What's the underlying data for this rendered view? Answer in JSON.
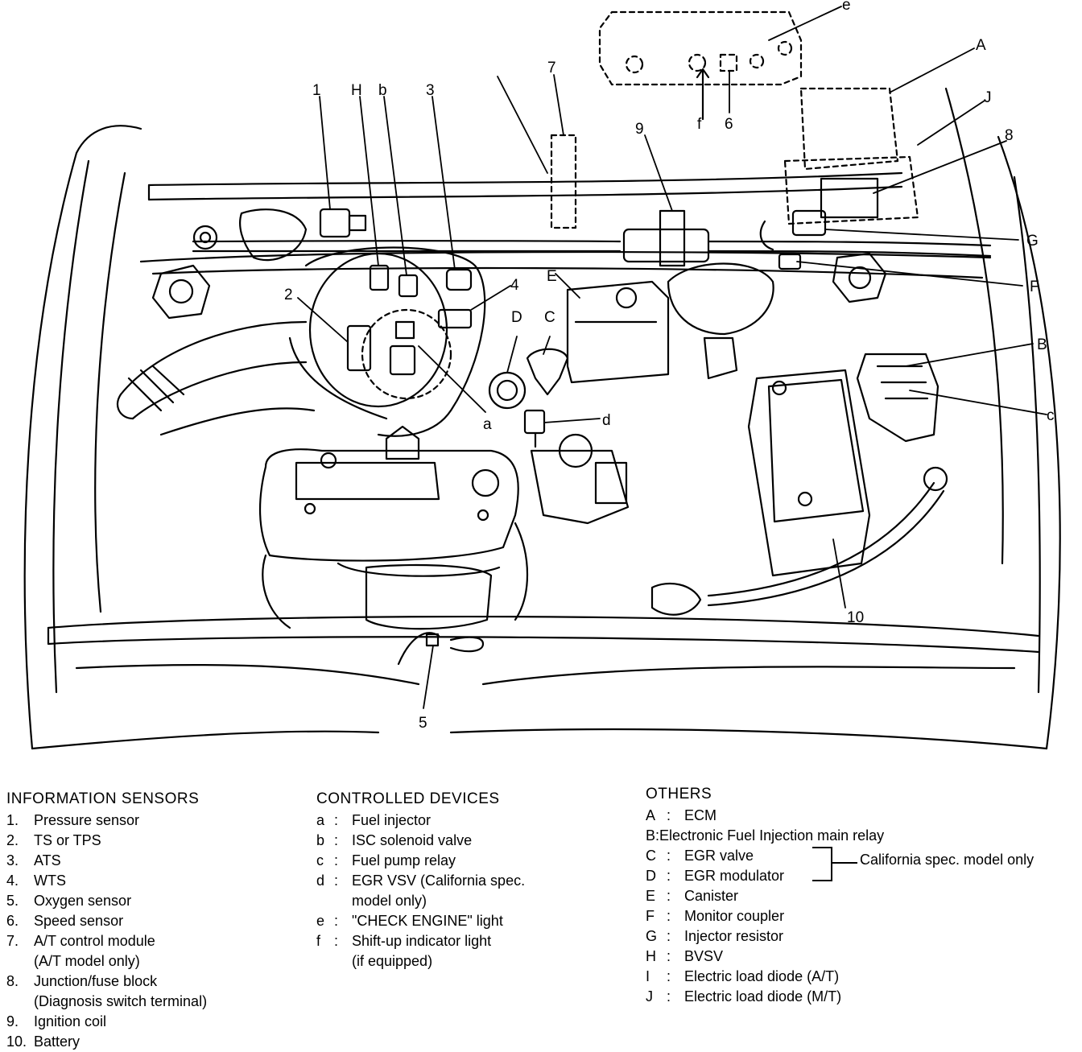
{
  "callouts": {
    "n1": "1",
    "n2": "2",
    "n3": "3",
    "n4": "4",
    "n5": "5",
    "n6": "6",
    "n7": "7",
    "n8": "8",
    "n9": "9",
    "n10": "10",
    "A": "A",
    "B": "B",
    "C": "C",
    "D": "D",
    "E": "E",
    "F": "F",
    "G": "G",
    "H": "H",
    "J": "J",
    "a": "a",
    "b": "b",
    "c": "c",
    "d": "d",
    "e": "e",
    "f": "f"
  },
  "legend": {
    "info": {
      "title": "INFORMATION SENSORS",
      "items": [
        {
          "num": "1.",
          "text": "Pressure sensor"
        },
        {
          "num": "2.",
          "text": "TS or TPS"
        },
        {
          "num": "3.",
          "text": "ATS"
        },
        {
          "num": "4.",
          "text": "WTS"
        },
        {
          "num": "5.",
          "text": "Oxygen sensor"
        },
        {
          "num": "6.",
          "text": "Speed sensor"
        },
        {
          "num": "7.",
          "text": "A/T control module",
          "cont": "(A/T model only)"
        },
        {
          "num": "8.",
          "text": "Junction/fuse block",
          "cont": "(Diagnosis switch terminal)"
        },
        {
          "num": "9.",
          "text": "Ignition coil"
        },
        {
          "num": "10.",
          "text": "Battery"
        }
      ]
    },
    "controlled": {
      "title": "CONTROLLED DEVICES",
      "items": [
        {
          "key": "a",
          "text": "Fuel injector"
        },
        {
          "key": "b",
          "text": "ISC solenoid valve"
        },
        {
          "key": "c",
          "text": "Fuel pump relay"
        },
        {
          "key": "d",
          "text": "EGR VSV (California spec.",
          "cont": "model only)"
        },
        {
          "key": "e",
          "text": "\"CHECK ENGINE\" light"
        },
        {
          "key": "f",
          "text": "Shift-up indicator light",
          "cont": "(if equipped)"
        }
      ]
    },
    "others": {
      "title": "OTHERS",
      "items": [
        {
          "key": "A",
          "text": "ECM"
        },
        {
          "key": "B",
          "text": "Electronic Fuel Injection main relay"
        },
        {
          "key": "C",
          "text": "EGR valve"
        },
        {
          "key": "D",
          "text": "EGR modulator"
        },
        {
          "key": "E",
          "text": "Canister"
        },
        {
          "key": "F",
          "text": "Monitor coupler"
        },
        {
          "key": "G",
          "text": "Injector resistor"
        },
        {
          "key": "H",
          "text": "BVSV"
        },
        {
          "key": "I",
          "text": "Electric load diode (A/T)"
        },
        {
          "key": "J",
          "text": "Electric load diode (M/T)"
        }
      ],
      "bracket_note": "California spec. model only"
    }
  }
}
